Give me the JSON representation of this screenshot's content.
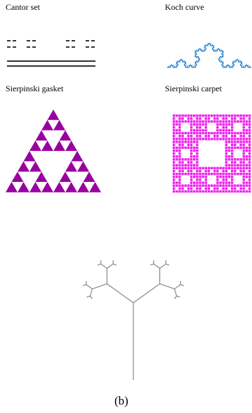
{
  "panels": {
    "cantor": {
      "label": "Cantor set"
    },
    "koch": {
      "label": "Koch curve",
      "color": "#1e7fd0"
    },
    "gasket": {
      "label": "Sierpinski gasket",
      "color": "#9900a0"
    },
    "carpet": {
      "label": "Sierpinski carpet",
      "color": "#ee1eee"
    },
    "tree": {
      "label": "",
      "color": "#888888"
    }
  },
  "caption": "(b)"
}
